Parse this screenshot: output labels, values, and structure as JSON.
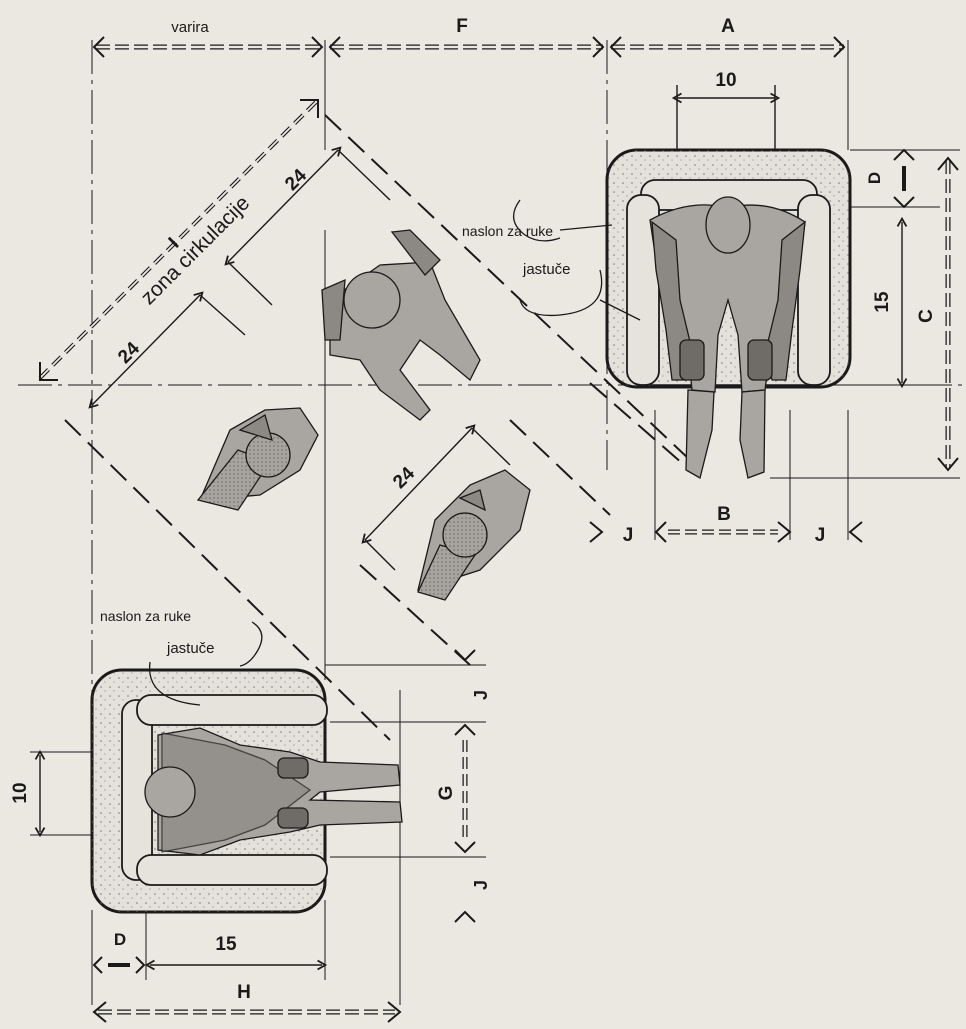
{
  "labels": {
    "varira": "varira",
    "F": "F",
    "A": "A",
    "top_10": "10",
    "D_right": "D",
    "C": "C",
    "right_15": "15",
    "I": "I",
    "zona": "zona cirkulacije",
    "diag_24_upper": "24",
    "diag_24_left": "24",
    "diag_24_center": "24",
    "naslon_right": "naslon za ruke",
    "jastuce_right": "jastuče",
    "J_right_l": "J",
    "B": "B",
    "J_right_r": "J",
    "naslon_left": "naslon za ruke",
    "jastuce_left": "jastuče",
    "J_left_top": "J",
    "G": "G",
    "J_left_bot": "J",
    "left_10": "10",
    "D_bottom": "D",
    "bottom_15": "15",
    "H": "H"
  },
  "colors": {
    "background": "#ebe7e1",
    "ink": "#1a1a1a",
    "figure_fill": "#a9a6a2",
    "figure_dark": "#8c8985",
    "chair_fill": "#e4e0da"
  }
}
